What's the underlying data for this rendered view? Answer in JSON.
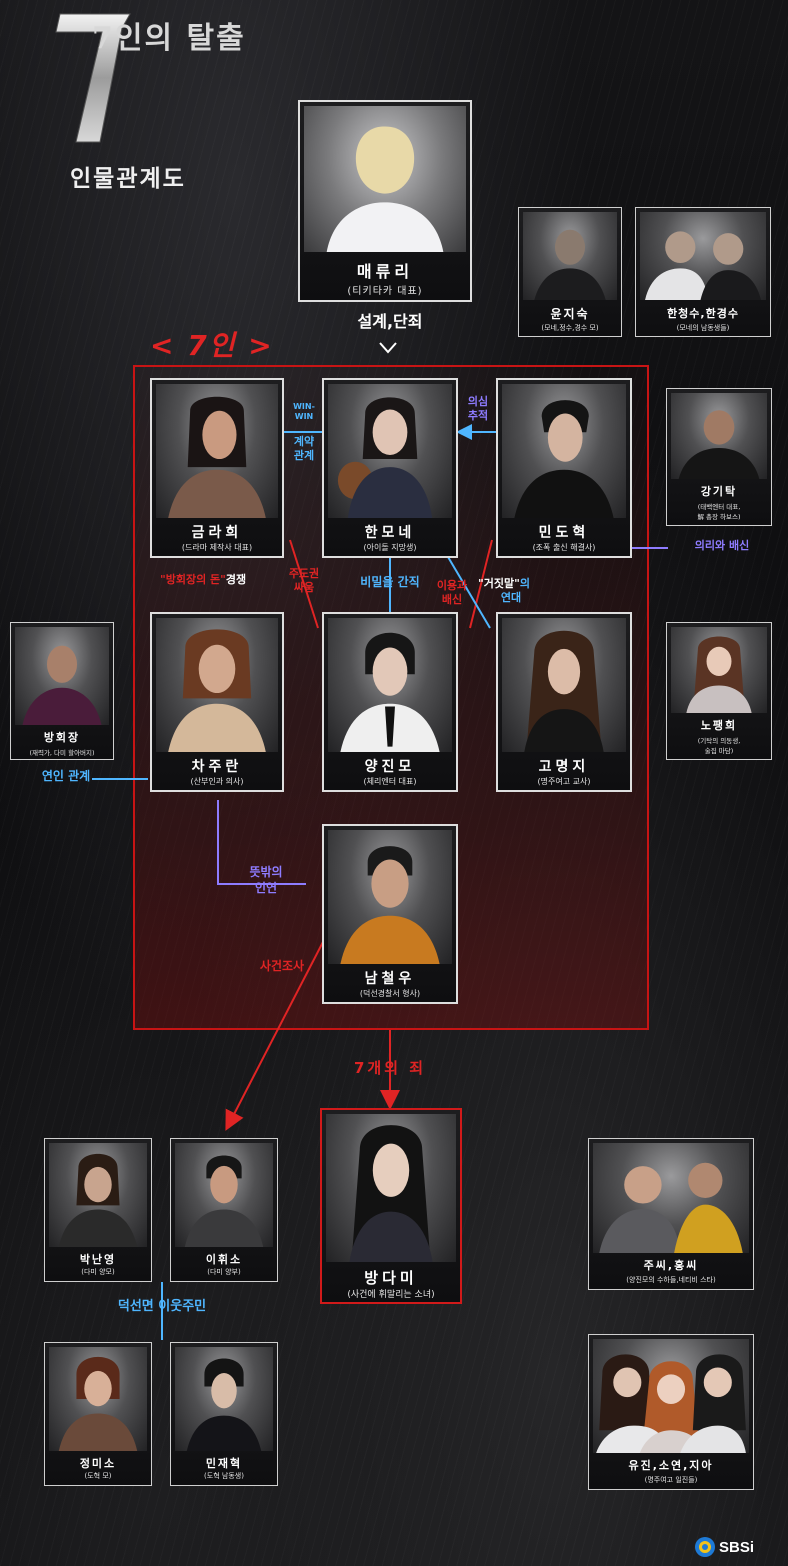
{
  "header": {
    "logo_text": "7인의 탈출",
    "subtitle": "인물관계도"
  },
  "center": {
    "name": "매류리",
    "role": "(티키타카 대표)",
    "arrow_label": "설계,단죄"
  },
  "group_label": "< 7인 >",
  "people": {
    "yunjisuk": {
      "name": "윤지숙",
      "role": "(모네,정수,경수 모)"
    },
    "hanbrothers": {
      "name": "한청수,한경수",
      "role": "(모네의 남동생들)"
    },
    "geumrahee": {
      "name": "금라희",
      "role": "(드라마 제작사 대표)"
    },
    "hanmone": {
      "name": "한모네",
      "role": "(아이돌 지망생)"
    },
    "mindohyuk": {
      "name": "민도혁",
      "role": "(조폭 출신 해결사)"
    },
    "kanggitak": {
      "name": "강기탁",
      "role_line1": "(태백엔터 대표,",
      "role_line2": "解 총장 하보스)"
    },
    "bangheejang": {
      "name": "방회장",
      "role": "(재력가, 다미 할아버지)"
    },
    "chajuran": {
      "name": "차주란",
      "role": "(산부인과 의사)"
    },
    "yangjinmo": {
      "name": "양진모",
      "role": "(체리엔터 대표)"
    },
    "gomyeongji": {
      "name": "고명지",
      "role": "(명주여고 교사)"
    },
    "noyanghee": {
      "name": "노팽희",
      "role_line1": "(기탁의 의동생,",
      "role_line2": "술집 마담)"
    },
    "namcheolwoo": {
      "name": "남철우",
      "role": "(덕선경찰서 형사)"
    },
    "bangdami": {
      "name": "방다미",
      "role": "(사건에 휘말리는 소녀)"
    },
    "parknanyoung": {
      "name": "박난영",
      "role": "(다미 양모)"
    },
    "leehwiso": {
      "name": "이휘소",
      "role": "(다미 양부)"
    },
    "jumi": {
      "name": "주씨,홍씨",
      "role": "(양진모의 수하들,네티비 스타)"
    },
    "jeongmiso": {
      "name": "정미소",
      "role": "(도혁 모)"
    },
    "minjaehyuk": {
      "name": "민재혁",
      "role": "(도혁 남동생)"
    },
    "yujin": {
      "name": "유진,소연,지아",
      "role": "(명주여고 일진들)"
    }
  },
  "relations": {
    "winwin_line1": "WIN-",
    "winwin_line2": "WIN",
    "contract_line1": "계약",
    "contract_line2": "관계",
    "suspicion_line1": "의심",
    "suspicion_line2": "추적",
    "loyalty": "의리와 배신",
    "money_pre": "\"방회장의 돈\"",
    "money_post": "경쟁",
    "power_line1": "주도권",
    "power_line2": "싸움",
    "secret": "비밀을 간직",
    "use_line1": "이용과",
    "use_line2": "배신",
    "lie_pre": "\"거짓말\"",
    "lie_mid": "의",
    "lie_line2": "연대",
    "lover": "연인 관계",
    "fate_line1": "뜻밖의",
    "fate_line2": "인연",
    "investigation": "사건조사",
    "sins": "7개의 죄",
    "neighbors": "덕선면 이웃주민"
  },
  "broadcaster": "SBSi",
  "colors": {
    "accent_red": "#d11a1a",
    "accent_blue": "#4fb6ff",
    "accent_violet": "#8e7cff"
  }
}
